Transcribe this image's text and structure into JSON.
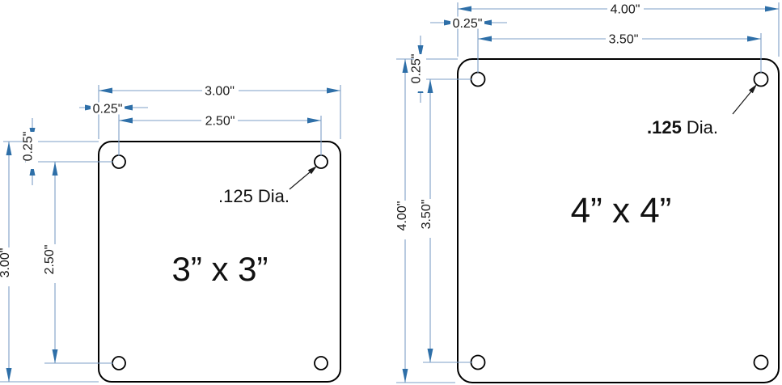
{
  "plates": [
    {
      "name": "3x3-plate",
      "label": "3” x 3”",
      "width": "3.00\"",
      "height": "3.00\"",
      "hole_inset_h": "0.25\"",
      "hole_spacing_h": "2.50\"",
      "hole_inset_v": "0.25\"",
      "hole_spacing_v": "2.50\"",
      "hole_callout": {
        "value": ".125",
        "label": "Dia."
      }
    },
    {
      "name": "4x4-plate",
      "label": "4” x 4”",
      "width": "4.00\"",
      "height": "4.00\"",
      "hole_inset_h": "0.25\"",
      "hole_spacing_h": "3.50\"",
      "hole_inset_v": "0.25\"",
      "hole_spacing_v": "3.50\"",
      "hole_callout": {
        "value": ".125",
        "label": "Dia."
      }
    }
  ],
  "colors": {
    "dimension_line": "#7d9fc7",
    "arrowhead": "#2e6fa8",
    "outline": "#000000",
    "dimension_text": "#1a1a1a",
    "background": "#ffffff"
  }
}
